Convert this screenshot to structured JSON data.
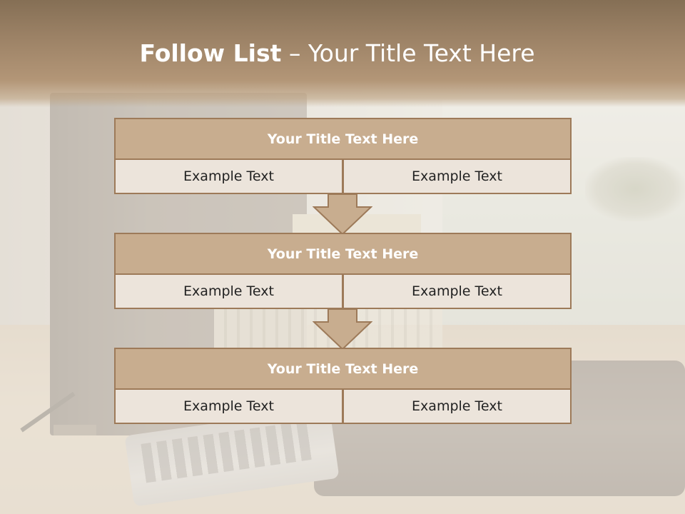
{
  "slide": {
    "title_bold": "Follow List",
    "title_rest": " – Your Title Text Here"
  },
  "blocks": [
    {
      "title": "Your Title Text Here",
      "left_text": "Example Text",
      "right_text": "Example Text"
    },
    {
      "title": "Your Title Text Here",
      "left_text": "Example Text",
      "right_text": "Example Text"
    },
    {
      "title": "Your Title Text Here",
      "left_text": "Example Text",
      "right_text": "Example Text"
    }
  ],
  "colors": {
    "header": "#9c8266",
    "block_title_fill": "#c8ad8f",
    "block_border": "#9d7a59",
    "cell_fill": "#ece4db",
    "arrow_fill": "#c8ad8f"
  }
}
